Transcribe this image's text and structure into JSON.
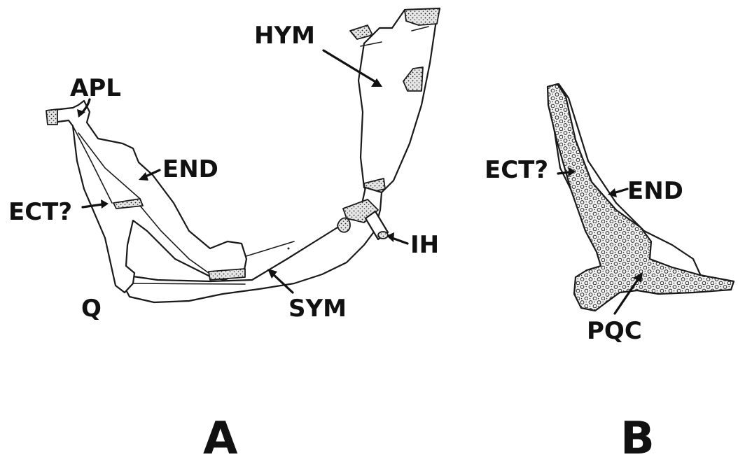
{
  "panels": {
    "A": {
      "letter": "A",
      "labels": {
        "apl": "APL",
        "hym": "HYM",
        "end": "END",
        "ect": "ECT?",
        "q": "Q",
        "sym": "SYM",
        "ih": "IH"
      }
    },
    "B": {
      "letter": "B",
      "labels": {
        "ect": "ECT?",
        "end": "END",
        "pqc": "PQC"
      }
    }
  },
  "colors": {
    "ink": "#111111",
    "background": "#ffffff"
  }
}
